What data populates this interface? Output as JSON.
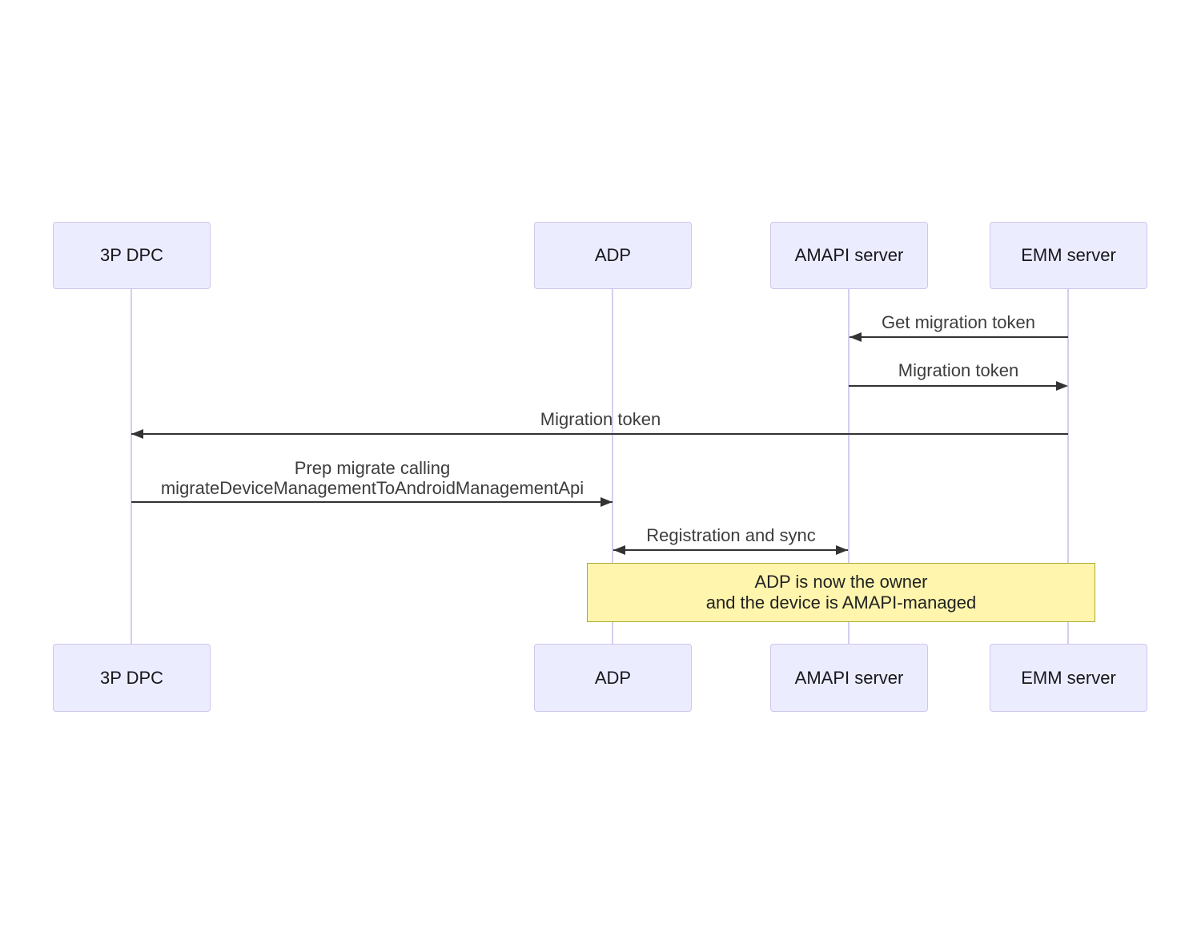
{
  "diagram": {
    "type": "sequence-diagram",
    "actors": [
      {
        "id": "3p-dpc",
        "label": "3P DPC"
      },
      {
        "id": "adp",
        "label": "ADP"
      },
      {
        "id": "amapi-server",
        "label": "AMAPI server"
      },
      {
        "id": "emm-server",
        "label": "EMM server"
      }
    ],
    "messages": [
      {
        "from": "EMM server",
        "to": "AMAPI server",
        "label": "Get migration token",
        "arrow": "left"
      },
      {
        "from": "AMAPI server",
        "to": "EMM server",
        "label": "Migration token",
        "arrow": "right"
      },
      {
        "from": "EMM server",
        "to": "3P DPC",
        "label": "Migration token",
        "arrow": "left"
      },
      {
        "from": "3P DPC",
        "to": "ADP",
        "label_line1": "Prep migrate calling",
        "label_line2": "migrateDeviceManagementToAndroidManagementApi",
        "arrow": "right"
      },
      {
        "from": "ADP",
        "to": "AMAPI server",
        "label": "Registration and sync",
        "arrow": "both"
      }
    ],
    "note": {
      "over": "ADP, EMM server",
      "line1": "ADP is now the owner",
      "line2": "and the device is AMAPI-managed"
    },
    "colors": {
      "background": "#FFFFFF",
      "actor_fill": "#ECECFF",
      "actor_border": "#CFC6EC",
      "lifeline": "#D6CCF0",
      "arrow": "#333333",
      "message_text": "#3D3D3D",
      "note_fill": "#FFF5AD",
      "note_border": "#AAAA33",
      "note_text": "#222222"
    }
  }
}
